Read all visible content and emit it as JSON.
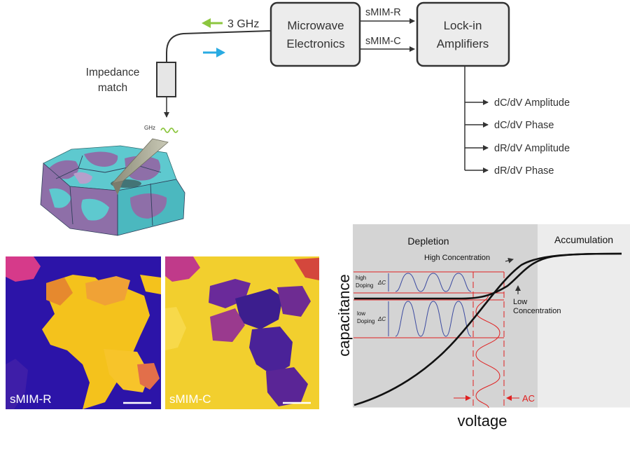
{
  "diagram": {
    "signal_label": "3 GHz",
    "impedance_label_line1": "Impedance",
    "impedance_label_line2": "match",
    "tip_label": "GHz",
    "microwave_box": {
      "line1": "Microwave",
      "line2": "Electronics"
    },
    "lockin_box": {
      "line1": "Lock-in",
      "line2": "Amplifiers"
    },
    "channels": [
      "sMIM-R",
      "sMIM-C"
    ],
    "outputs": [
      "dC/dV Amplitude",
      "dC/dV Phase",
      "dR/dV Amplitude",
      "dR/dV Phase"
    ],
    "colors": {
      "incoming_arrow": "#8cc63f",
      "outgoing_arrow": "#29abe2",
      "box_border": "#333333"
    }
  },
  "images": [
    {
      "label": "sMIM-R"
    },
    {
      "label": "sMIM-C"
    }
  ],
  "cv_plot": {
    "xlabel": "voltage",
    "ylabel": "capacitance",
    "regions": [
      "Depletion",
      "Accumulation"
    ],
    "annotations": {
      "high_concentration": "High Concentration",
      "low_concentration_line1": "Low",
      "low_concentration_line2": "Concentration",
      "high_doping_line1": "high",
      "high_doping_line2": "Doping",
      "low_doping_line1": "low",
      "low_doping_line2": "Doping",
      "delta_c": "ΔC",
      "ac": "AC"
    },
    "colors": {
      "depletion_bg": "#d4d4d4",
      "accumulation_bg": "#eeeeee",
      "guide_lines": "#e02020",
      "wave": "#3b4aa0"
    }
  }
}
